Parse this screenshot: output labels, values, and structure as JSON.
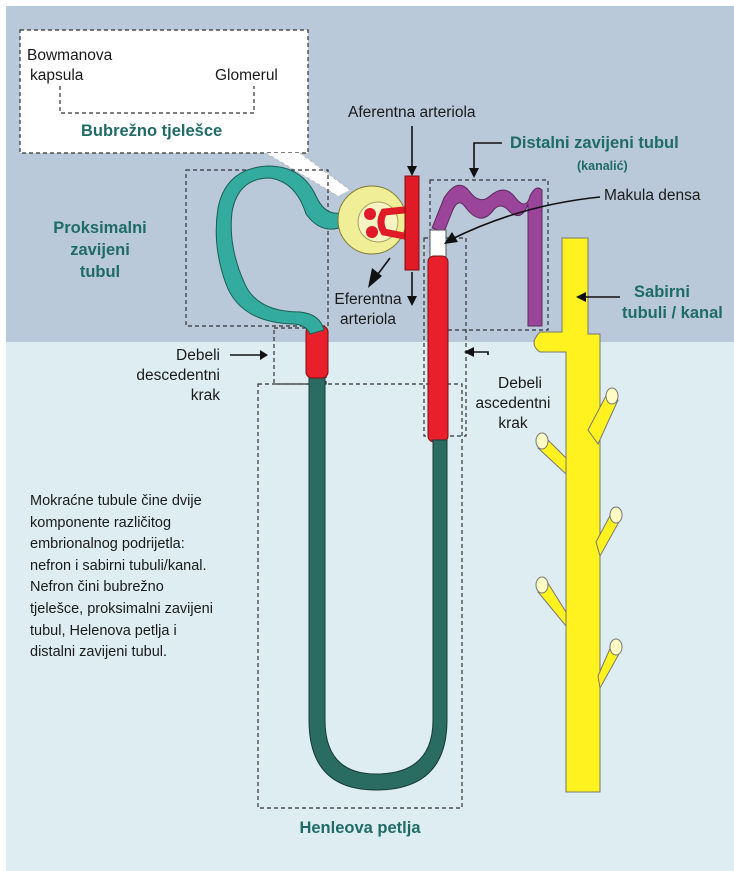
{
  "colors": {
    "background_top": "#b9c9da",
    "background_bottom": "#deedf1",
    "proximal": "#33ab9e",
    "loop_thin": "#2a6c62",
    "thick_limb": "#ea1f2c",
    "distal": "#9a449a",
    "collecting": "#fff21e",
    "glomerulus_capsule": "#f0ee97",
    "label_teal": "#1f6b67"
  },
  "labels": {
    "bowman_line1": "Bowmanova",
    "bowman_line2": "kapsula",
    "glomerul": "Glomerul",
    "renal_corpuscle": "Bubrežno tjelešce",
    "afferent": "Aferentna arteriola",
    "distal_tubule": "Distalni zavijeni tubul",
    "distal_sub": "(kanalić)",
    "macula_densa": "Makula densa",
    "proximal_line1": "Proksimalni",
    "proximal_line2": "zavijeni",
    "proximal_line3": "tubul",
    "efferent_line1": "Eferentna",
    "efferent_line2": "arteriola",
    "collecting_line1": "Sabirni",
    "collecting_line2": "tubuli / kanal",
    "thick_desc_line1": "Debeli",
    "thick_desc_line2": "descedentni",
    "thick_desc_line3": "krak",
    "thick_asc_line1": "Debeli",
    "thick_asc_line2": "ascedentni",
    "thick_asc_line3": "krak",
    "henle": "Henleova petlja"
  },
  "description": "Mokraćne tubule čine dvije\nkomponente različitog\nembrionalnog podrijetla:\nnefron i sabirni tubuli/kanal.\nNefron čini bubrežno\ntjelešce, proksimalni zavijeni\ntubul, Helenova petlja i\ndistalni zavijeni tubul."
}
